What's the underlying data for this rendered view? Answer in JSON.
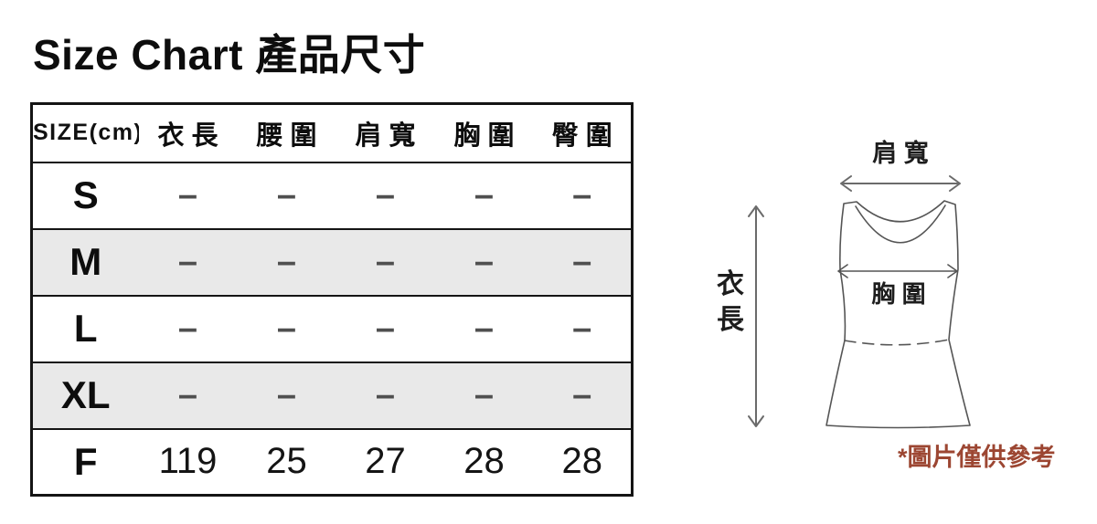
{
  "title": "Size Chart 產品尺寸",
  "table": {
    "header": [
      "SIZE(cm)",
      "衣 長",
      "腰 圍",
      "肩 寬",
      "胸 圍",
      "臀 圍"
    ],
    "rows": [
      {
        "size": "S",
        "values": [
          "–",
          "–",
          "–",
          "–",
          "–"
        ]
      },
      {
        "size": "M",
        "values": [
          "–",
          "–",
          "–",
          "–",
          "–"
        ]
      },
      {
        "size": "L",
        "values": [
          "–",
          "–",
          "–",
          "–",
          "–"
        ]
      },
      {
        "size": "XL",
        "values": [
          "–",
          "–",
          "–",
          "–",
          "–"
        ]
      },
      {
        "size": "F",
        "values": [
          "119",
          "25",
          "27",
          "28",
          "28"
        ]
      }
    ],
    "striped_row_color": "#e9e9e9",
    "border_color": "#141414",
    "dash_color": "#4f4f4f"
  },
  "diagram": {
    "shoulder_label": "肩 寬",
    "chest_label": "胸 圍",
    "length_label_chars": [
      "衣",
      "長"
    ],
    "note": "*圖片僅供參考",
    "note_color": "#9c4632",
    "outline_color": "#555555",
    "arrow_color": "#6b6b6b",
    "label_color": "#1d1d1d"
  }
}
